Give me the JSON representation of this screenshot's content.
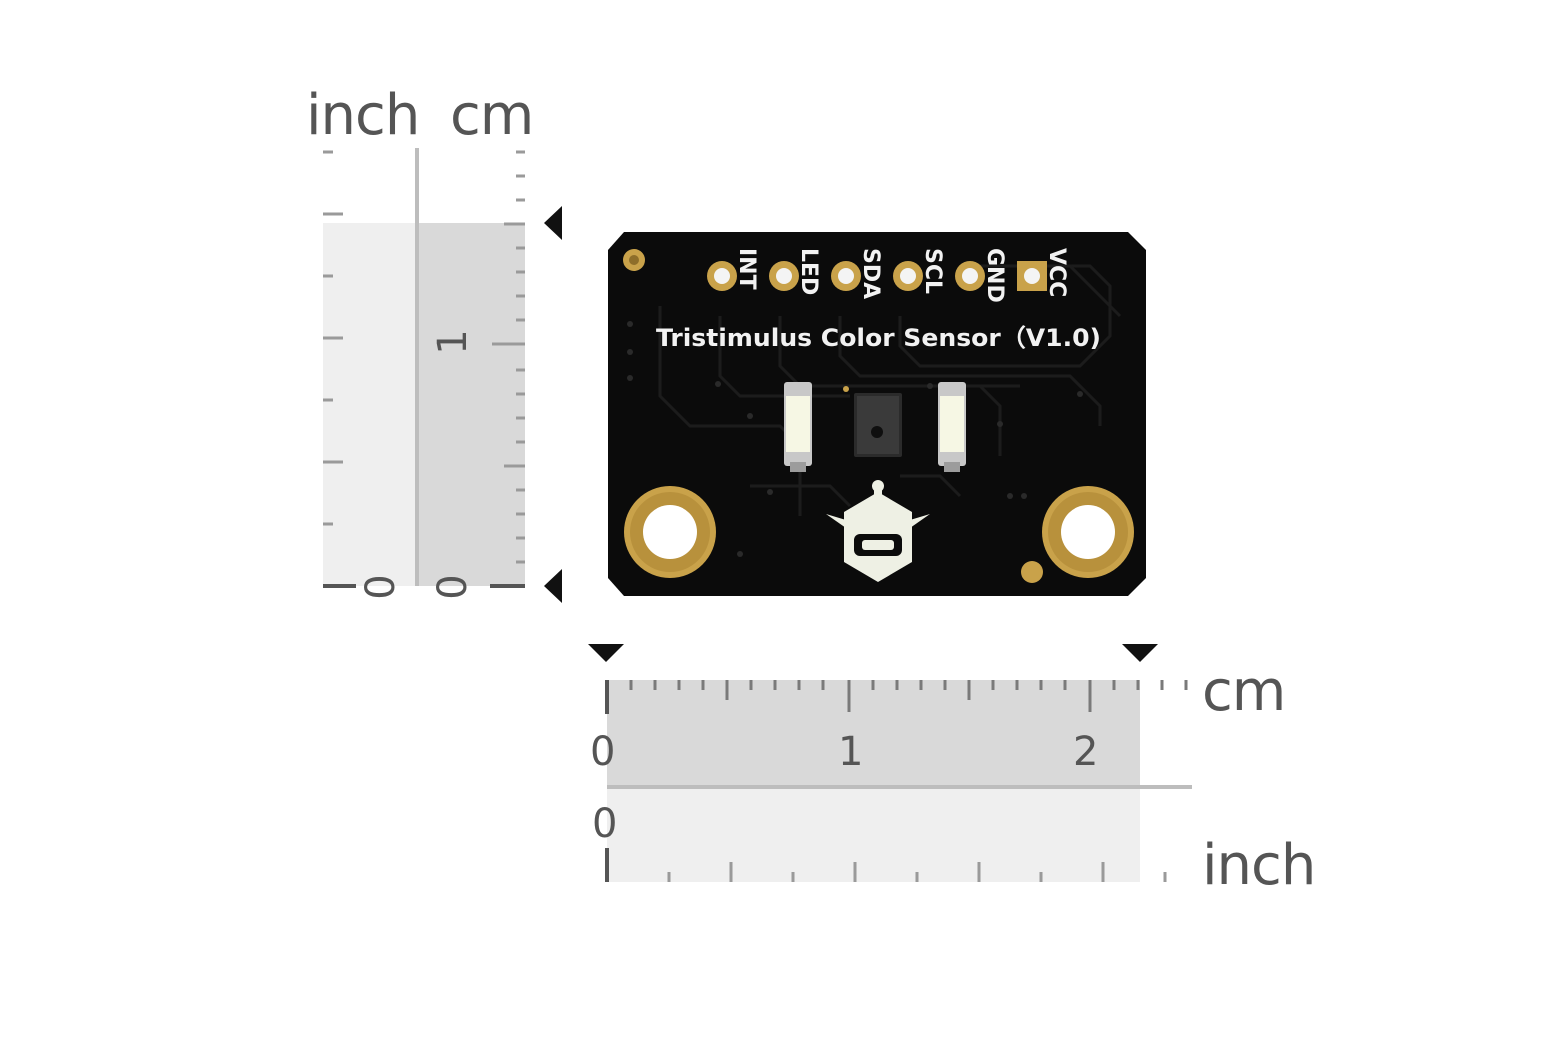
{
  "colors": {
    "background": "#ffffff",
    "board": "#0b0b0b",
    "silkscreen": "#f2f2f2",
    "gold": "#c9a24a",
    "ruler_band": "#d9d9d9",
    "ruler_band_light": "#efefef",
    "ruler_ticks": "#7a7a7a",
    "text": "#555555"
  },
  "vertical_ruler": {
    "inch_label": "inch",
    "cm_label": "cm",
    "inch_zero": "0",
    "cm_zero": "0",
    "cm_one": "1"
  },
  "horizontal_ruler": {
    "cm_label": "cm",
    "inch_label": "inch",
    "cm_numbers": [
      "0",
      "1",
      "2"
    ],
    "inch_zero": "0"
  },
  "board": {
    "title": "Tristimulus Color Sensor（V1.0)",
    "pins": [
      "INT",
      "LED",
      "SDA",
      "SCL",
      "GND",
      "VCC"
    ]
  },
  "icons": [
    "arrow-marker-icon",
    "dfrobot-logo-icon",
    "mounting-hole-icon",
    "led-icon",
    "sensor-chip-icon"
  ]
}
